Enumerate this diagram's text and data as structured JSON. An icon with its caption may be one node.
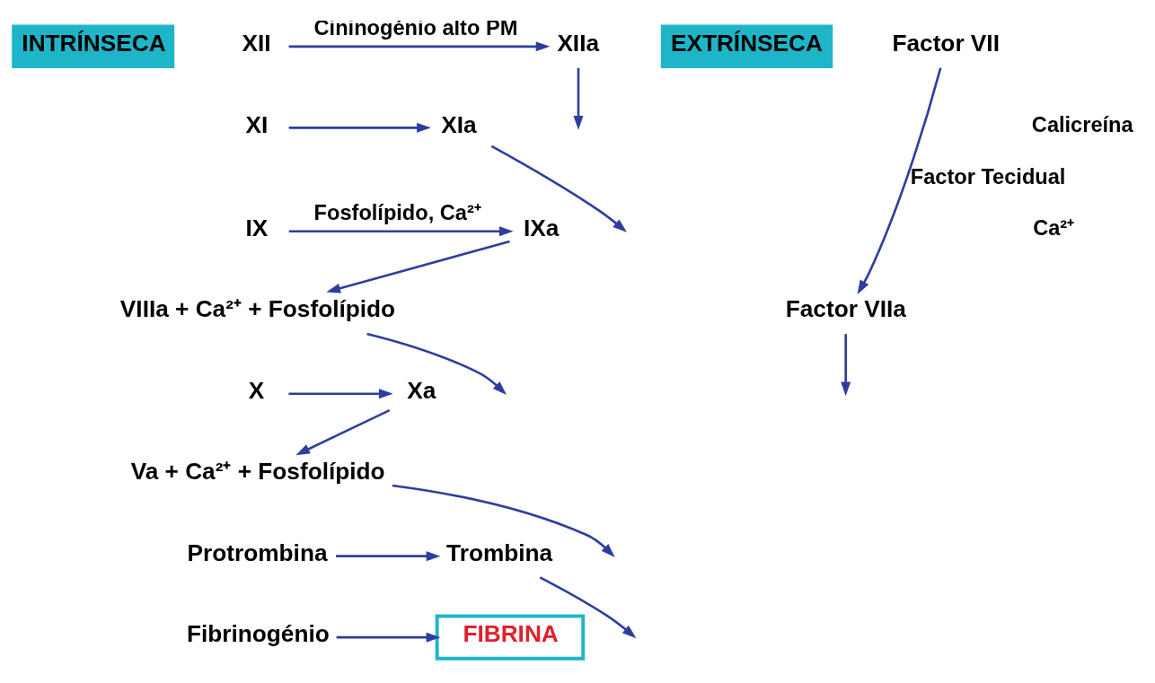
{
  "diagram": {
    "nodes": [
      {
        "text": [
          "INTRÍNSECA"
        ]
      },
      {
        "text": [
          "EXTRÍNSECA"
        ]
      },
      {
        "text": [
          "XII"
        ]
      },
      {
        "text": [
          "XIIa"
        ]
      },
      {
        "text": [
          "XI"
        ]
      },
      {
        "text": [
          "XIa"
        ]
      },
      {
        "text": [
          "IX"
        ]
      },
      {
        "text": [
          "IXa"
        ]
      },
      {
        "text": [
          "VIIIa + Ca²⁺ + Fosfolípido"
        ]
      },
      {
        "text": [
          "Factor VII"
        ]
      },
      {
        "text": [
          "Factor VIIa"
        ]
      },
      {
        "text": [
          "X"
        ]
      },
      {
        "text": [
          "Xa"
        ]
      },
      {
        "text": [
          "Va + Ca²⁺ + Fosfolípido"
        ]
      },
      {
        "text": [
          "Protrombina"
        ]
      },
      {
        "text": [
          "Trombina"
        ]
      },
      {
        "text": [
          "Fibrinogénio"
        ]
      },
      {
        "text": [
          "FIBRINA"
        ]
      }
    ],
    "edges": [
      {
        "from": 2,
        "to": 3,
        "arrow": "to",
        "label": "Cininogénio alto PM"
      },
      {
        "from": 3,
        "to": null,
        "arrow": "to"
      },
      {
        "from": 4,
        "to": 5,
        "arrow": "to"
      },
      {
        "from": 5,
        "to": null,
        "arrow": "to"
      },
      {
        "from": 6,
        "to": 7,
        "arrow": "to",
        "label": "Fosfolípido, Ca²⁺"
      },
      {
        "from": 7,
        "to": 8,
        "arrow": "to"
      },
      {
        "from": 9,
        "to": 10,
        "arrow": "to",
        "label": "Factor Tecidual"
      },
      {
        "from": 8,
        "to": null,
        "arrow": "to"
      },
      {
        "from": 10,
        "to": null,
        "arrow": "to"
      },
      {
        "from": 11,
        "to": 12,
        "arrow": "to"
      },
      {
        "from": 12,
        "to": 13,
        "arrow": "to"
      },
      {
        "from": 13,
        "to": null,
        "arrow": "to"
      },
      {
        "from": 14,
        "to": 15,
        "arrow": "to"
      },
      {
        "from": 15,
        "to": null,
        "arrow": "to"
      },
      {
        "from": 16,
        "to": 17,
        "arrow": "to"
      }
    ],
    "labels": [
      "Calicreína",
      "Ca²⁺"
    ]
  }
}
